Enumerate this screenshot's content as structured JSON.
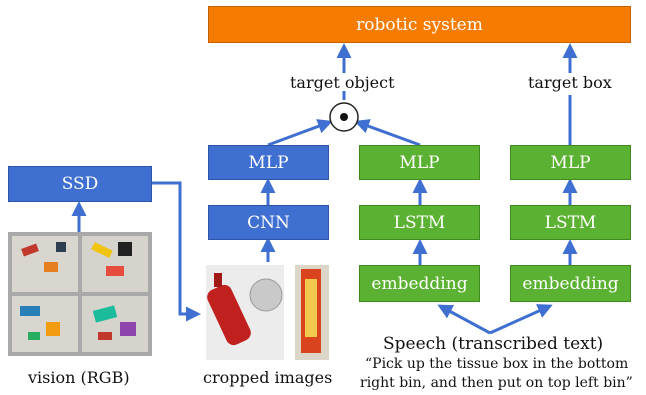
{
  "header": {
    "robotic_system": "robotic system"
  },
  "labels": {
    "target_object": "target object",
    "target_box": "target box",
    "vision": "vision (RGB)",
    "cropped": "cropped images",
    "speech": "Speech (transcribed text)",
    "quote_line1": "“Pick up the tissue box in the bottom",
    "quote_line2": "right bin, and then put on top left bin”"
  },
  "blocks": {
    "ssd": "SSD",
    "mlp_vision": "MLP",
    "cnn": "CNN",
    "mlp_obj": "MLP",
    "lstm_obj": "LSTM",
    "embed_obj": "embedding",
    "mlp_box": "MLP",
    "lstm_box": "LSTM",
    "embed_box": "embedding"
  },
  "colors": {
    "blue": "#3f6fd0",
    "green": "#5bb232",
    "orange": "#f57c00",
    "line": "#3f6fd0"
  },
  "icons": {
    "dot_product": "circled-dot-icon"
  }
}
